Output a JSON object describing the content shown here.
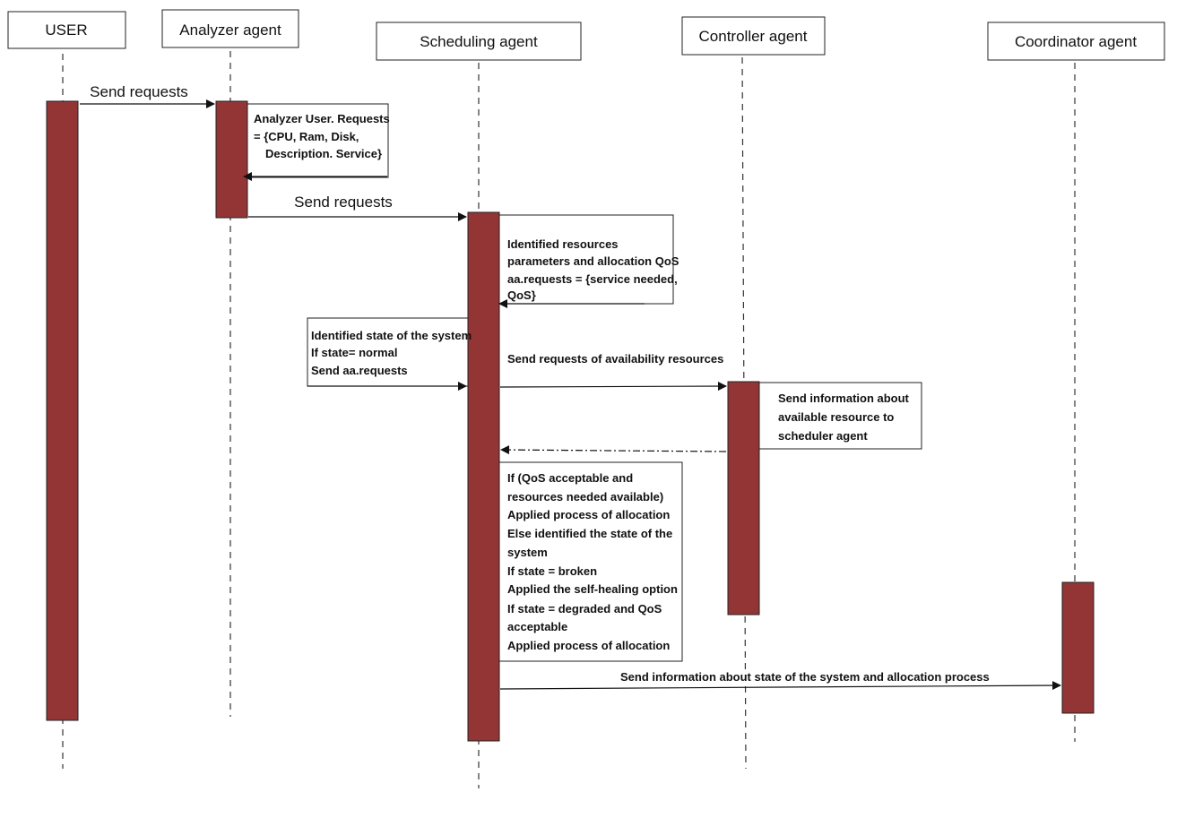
{
  "participants": [
    {
      "id": "user",
      "label": "USER"
    },
    {
      "id": "analyzer",
      "label": "Analyzer agent"
    },
    {
      "id": "scheduling",
      "label": "Scheduling agent"
    },
    {
      "id": "controller",
      "label": "Controller agent"
    },
    {
      "id": "coordinator",
      "label": "Coordinator agent"
    }
  ],
  "messages": {
    "user_to_analyzer": "Send requests",
    "analyzer_to_scheduling": "Send requests",
    "scheduling_to_controller": "Send requests of availability resources",
    "scheduling_to_coordinator": "Send information about state of the system and allocation process"
  },
  "notes": {
    "analyzer_self": [
      "Analyzer User. Requests",
      "= {CPU, Ram, Disk,",
      "Description. Service}"
    ],
    "scheduling_self": [
      "Identified resources",
      "parameters and allocation QoS",
      "aa.requests = {service needed,",
      "QoS}"
    ],
    "state_check": [
      "Identified state of the system",
      "If state= normal",
      "Send aa.requests"
    ],
    "controller_reply": [
      "Send information about",
      "available resource to",
      "scheduler agent"
    ],
    "allocation_logic": [
      "If (QoS acceptable and",
      "resources needed available)",
      "Applied process of allocation",
      "Else identified the state of the",
      "system",
      "If state = broken",
      "Applied the self-healing option",
      "If state = degraded and QoS",
      "acceptable",
      "Applied process of allocation"
    ]
  },
  "colors": {
    "activation": "#933535",
    "line": "#222222"
  }
}
